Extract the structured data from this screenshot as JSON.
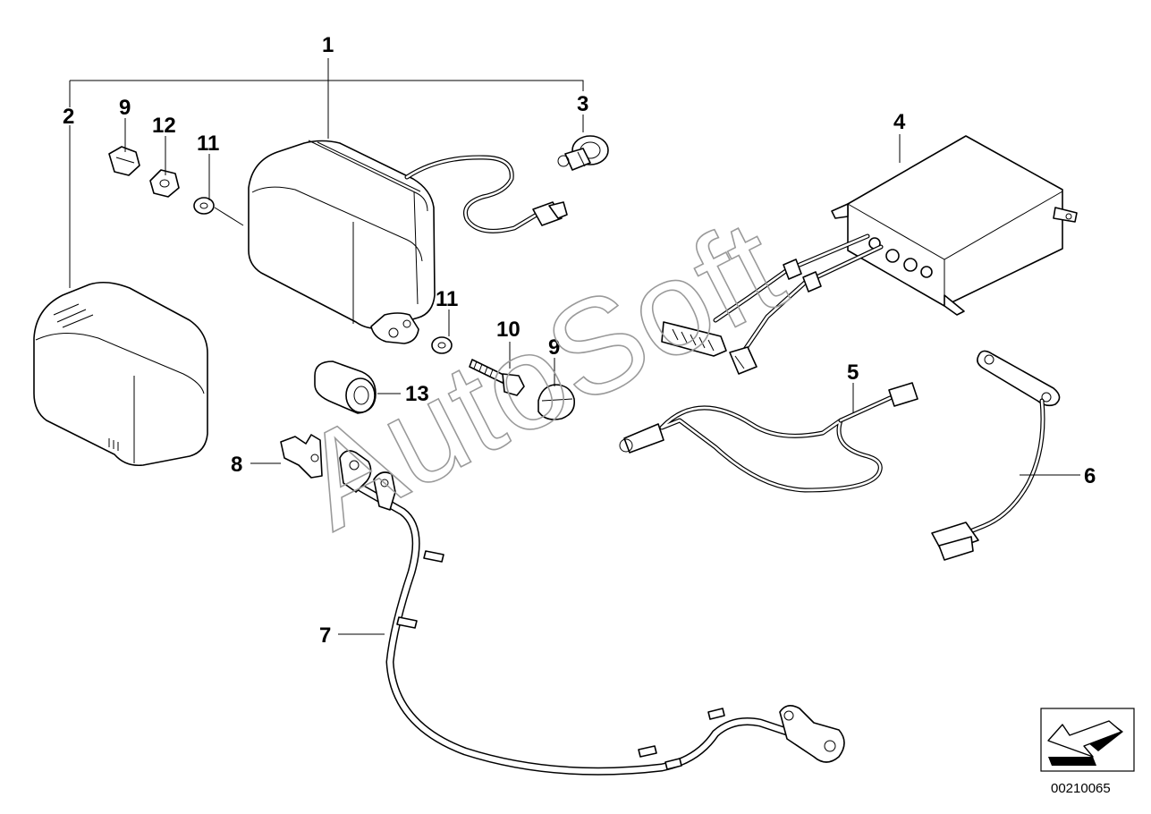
{
  "callouts": {
    "c1": "1",
    "c2": "2",
    "c3": "3",
    "c4": "4",
    "c5": "5",
    "c6": "6",
    "c7": "7",
    "c8": "8",
    "c9a": "9",
    "c9b": "9",
    "c10": "10",
    "c11a": "11",
    "c11b": "11",
    "c12": "12",
    "c13": "13"
  },
  "watermark": "AutoSoft",
  "diagram_code": "00210065"
}
